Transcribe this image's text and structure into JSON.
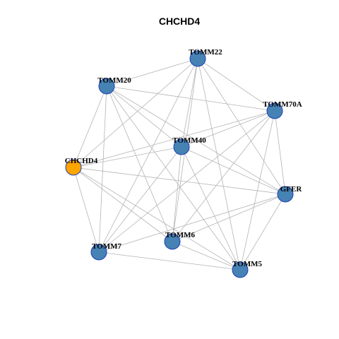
{
  "title": "CHCHD4",
  "colors": {
    "query_node": "#FFA500",
    "partner_node": "#4682B4",
    "node_outline": "#1E3FB4",
    "edge": "#B4B4B4",
    "label": "#000000"
  },
  "nodes": [
    {
      "id": "TOMM22",
      "label": "TOMM22",
      "kind": "partner"
    },
    {
      "id": "TOMM20",
      "label": "TOMM20",
      "kind": "partner"
    },
    {
      "id": "TOMM70A",
      "label": "TOMM70A",
      "kind": "partner"
    },
    {
      "id": "TOMM40",
      "label": "TOMM40",
      "kind": "partner"
    },
    {
      "id": "CHCHD4",
      "label": "CHCHD4",
      "kind": "query"
    },
    {
      "id": "GFER",
      "label": "GFER",
      "kind": "partner"
    },
    {
      "id": "TOMM6",
      "label": "TOMM6",
      "kind": "partner"
    },
    {
      "id": "TOMM7",
      "label": "TOMM7",
      "kind": "partner"
    },
    {
      "id": "TOMM5",
      "label": "TOMM5",
      "kind": "partner"
    }
  ],
  "edges": [
    [
      "TOMM22",
      "TOMM20"
    ],
    [
      "TOMM22",
      "TOMM70A"
    ],
    [
      "TOMM22",
      "TOMM40"
    ],
    [
      "TOMM22",
      "CHCHD4"
    ],
    [
      "TOMM22",
      "GFER"
    ],
    [
      "TOMM22",
      "TOMM6"
    ],
    [
      "TOMM22",
      "TOMM7"
    ],
    [
      "TOMM22",
      "TOMM5"
    ],
    [
      "TOMM20",
      "TOMM70A"
    ],
    [
      "TOMM20",
      "TOMM40"
    ],
    [
      "TOMM20",
      "CHCHD4"
    ],
    [
      "TOMM20",
      "GFER"
    ],
    [
      "TOMM20",
      "TOMM6"
    ],
    [
      "TOMM20",
      "TOMM7"
    ],
    [
      "TOMM20",
      "TOMM5"
    ],
    [
      "TOMM70A",
      "TOMM40"
    ],
    [
      "TOMM70A",
      "CHCHD4"
    ],
    [
      "TOMM70A",
      "GFER"
    ],
    [
      "TOMM70A",
      "TOMM6"
    ],
    [
      "TOMM70A",
      "TOMM7"
    ],
    [
      "TOMM70A",
      "TOMM5"
    ],
    [
      "TOMM40",
      "CHCHD4"
    ],
    [
      "TOMM40",
      "GFER"
    ],
    [
      "TOMM40",
      "TOMM6"
    ],
    [
      "TOMM40",
      "TOMM7"
    ],
    [
      "TOMM40",
      "TOMM5"
    ],
    [
      "CHCHD4",
      "GFER"
    ],
    [
      "CHCHD4",
      "TOMM6"
    ],
    [
      "CHCHD4",
      "TOMM7"
    ],
    [
      "CHCHD4",
      "TOMM5"
    ],
    [
      "GFER",
      "TOMM6"
    ],
    [
      "GFER",
      "TOMM7"
    ],
    [
      "GFER",
      "TOMM5"
    ],
    [
      "TOMM6",
      "TOMM5"
    ],
    [
      "TOMM7",
      "TOMM5"
    ]
  ]
}
